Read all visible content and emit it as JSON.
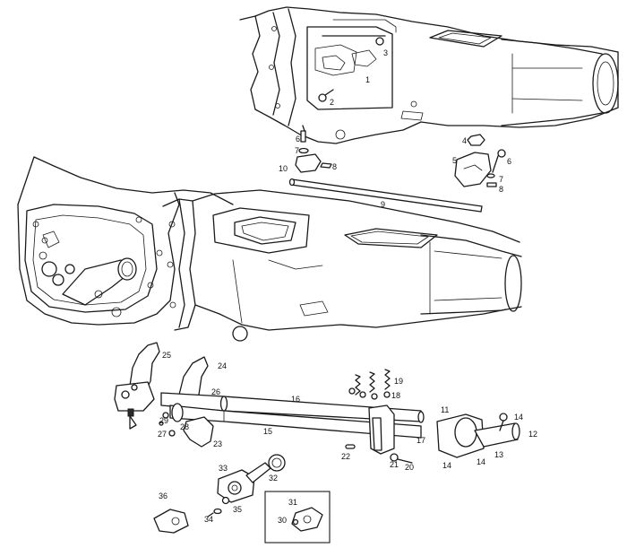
{
  "callouts": [
    {
      "id": "c3a",
      "text": "3"
    },
    {
      "id": "c1",
      "text": "1"
    },
    {
      "id": "c2",
      "text": "2"
    },
    {
      "id": "c6a",
      "text": "6"
    },
    {
      "id": "c7a",
      "text": "7"
    },
    {
      "id": "c10",
      "text": "10"
    },
    {
      "id": "c8a",
      "text": "8"
    },
    {
      "id": "c4",
      "text": "4"
    },
    {
      "id": "c5",
      "text": "5"
    },
    {
      "id": "c6b",
      "text": "6"
    },
    {
      "id": "c7b",
      "text": "7"
    },
    {
      "id": "c8b",
      "text": "8"
    },
    {
      "id": "c9",
      "text": "9"
    },
    {
      "id": "c25",
      "text": "25"
    },
    {
      "id": "c24",
      "text": "24"
    },
    {
      "id": "c26",
      "text": "26"
    },
    {
      "id": "c16",
      "text": "16"
    },
    {
      "id": "c19",
      "text": "19"
    },
    {
      "id": "c18",
      "text": "18"
    },
    {
      "id": "c15",
      "text": "15"
    },
    {
      "id": "c29",
      "text": "29"
    },
    {
      "id": "c28",
      "text": "28"
    },
    {
      "id": "c27",
      "text": "27"
    },
    {
      "id": "c23",
      "text": "23"
    },
    {
      "id": "c11",
      "text": "11"
    },
    {
      "id": "c14a",
      "text": "14"
    },
    {
      "id": "c12",
      "text": "12"
    },
    {
      "id": "c17",
      "text": "17"
    },
    {
      "id": "c22",
      "text": "22"
    },
    {
      "id": "c21",
      "text": "21"
    },
    {
      "id": "c20",
      "text": "20"
    },
    {
      "id": "c14b",
      "text": "14"
    },
    {
      "id": "c14c",
      "text": "14"
    },
    {
      "id": "c13",
      "text": "13"
    },
    {
      "id": "c33",
      "text": "33"
    },
    {
      "id": "c32",
      "text": "32"
    },
    {
      "id": "c31",
      "text": "31"
    },
    {
      "id": "c30",
      "text": "30"
    },
    {
      "id": "c36",
      "text": "36"
    },
    {
      "id": "c35",
      "text": "35"
    },
    {
      "id": "c34",
      "text": "34"
    }
  ]
}
